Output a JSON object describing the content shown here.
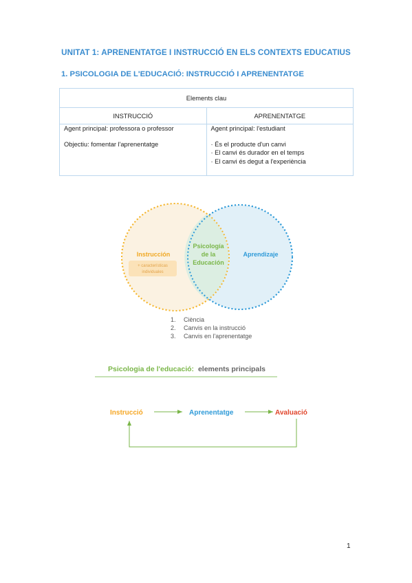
{
  "header": {
    "title": "UNITAT 1: APRENENTATGE I INSTRUCCIÓ EN ELS CONTEXTS EDUCATIUS",
    "section": "1. PSICOLOGIA DE L'EDUCACIÓ: INSTRUCCIÓ I APRENENTATGE"
  },
  "table": {
    "caption": "Elements clau",
    "columns": [
      "INSTRUCCIÓ",
      "APRENENTATGE"
    ],
    "left": {
      "line1": "Agent principal: professora o professor",
      "line2": "Objectiu: fomentar l'aprenentatge"
    },
    "right": {
      "line1": "Agent principal: l'estudiant",
      "bullets": [
        "· És el producte d'un canvi",
        "· El canvi és durador en el temps",
        "· El canvi és degut a l'experiència"
      ]
    }
  },
  "venn": {
    "left_label": "Instrucción",
    "left_note_1": "+ características",
    "left_note_2": "individuales",
    "center_line1": "Psicología",
    "center_line2": "de la",
    "center_line3": "Educación",
    "right_label": "Aprendizaje",
    "list": [
      {
        "num": "1.",
        "text": "Ciència"
      },
      {
        "num": "2.",
        "text": "Canvis en la instrucció"
      },
      {
        "num": "3.",
        "text": "Canvis en l'aprenentatge"
      }
    ],
    "colors": {
      "left": "#f5b731",
      "right": "#2e9ad8",
      "center": "#7ab648"
    }
  },
  "flow": {
    "title_colored": "Psicologia de l'educació:",
    "title_rest": "elements principals",
    "nodes": [
      "Instrucció",
      "Aprenentatge",
      "Avaluació"
    ],
    "colors": {
      "n1": "#f5a623",
      "n2": "#2e9ad8",
      "n3": "#e0452b",
      "line": "#7ab648"
    }
  },
  "page_number": "1"
}
